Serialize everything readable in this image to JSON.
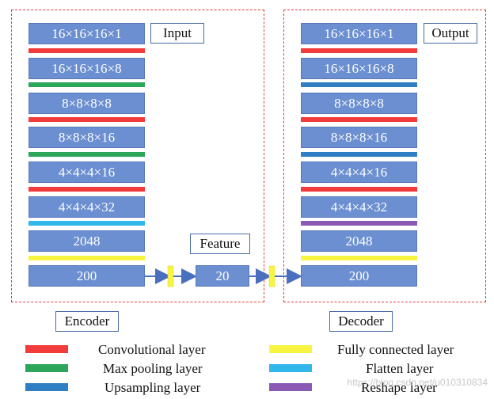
{
  "colors": {
    "block": "#6b8fd1",
    "conv": "#f23b3b",
    "pool": "#2ea65a",
    "upsample": "#2f7fc4",
    "fc": "#f8f542",
    "flatten": "#31b7ea",
    "reshape": "#8a59b3",
    "frame": "#e23b3b",
    "arrow": "#4a6fbf"
  },
  "encoder": {
    "tag": "Input",
    "label": "Encoder",
    "blocks": [
      "16×16×16×1",
      "16×16×16×8",
      "8×8×8×8",
      "8×8×8×16",
      "4×4×4×16",
      "4×4×4×32",
      "2048",
      "200"
    ],
    "bars": [
      "conv",
      "pool",
      "conv",
      "pool",
      "conv",
      "flatten",
      "fc"
    ]
  },
  "feature": {
    "tag": "Feature",
    "value": "20"
  },
  "decoder": {
    "tag": "Output",
    "label": "Decoder",
    "blocks": [
      "16×16×16×1",
      "16×16×16×8",
      "8×8×8×8",
      "8×8×8×16",
      "4×4×4×16",
      "4×4×4×32",
      "2048",
      "200"
    ],
    "bars": [
      "conv",
      "upsample",
      "conv",
      "upsample",
      "conv",
      "reshape",
      "fc"
    ]
  },
  "legend": [
    {
      "key": "conv",
      "label": "Convolutional layer"
    },
    {
      "key": "pool",
      "label": "Max pooling layer"
    },
    {
      "key": "upsample",
      "label": "Upsampling layer"
    },
    {
      "key": "fc",
      "label": "Fully connected layer"
    },
    {
      "key": "flatten",
      "label": "Flatten layer"
    },
    {
      "key": "reshape",
      "label": "Reshape layer"
    }
  ],
  "watermark": "https://blog.csdn.net/u010310834"
}
